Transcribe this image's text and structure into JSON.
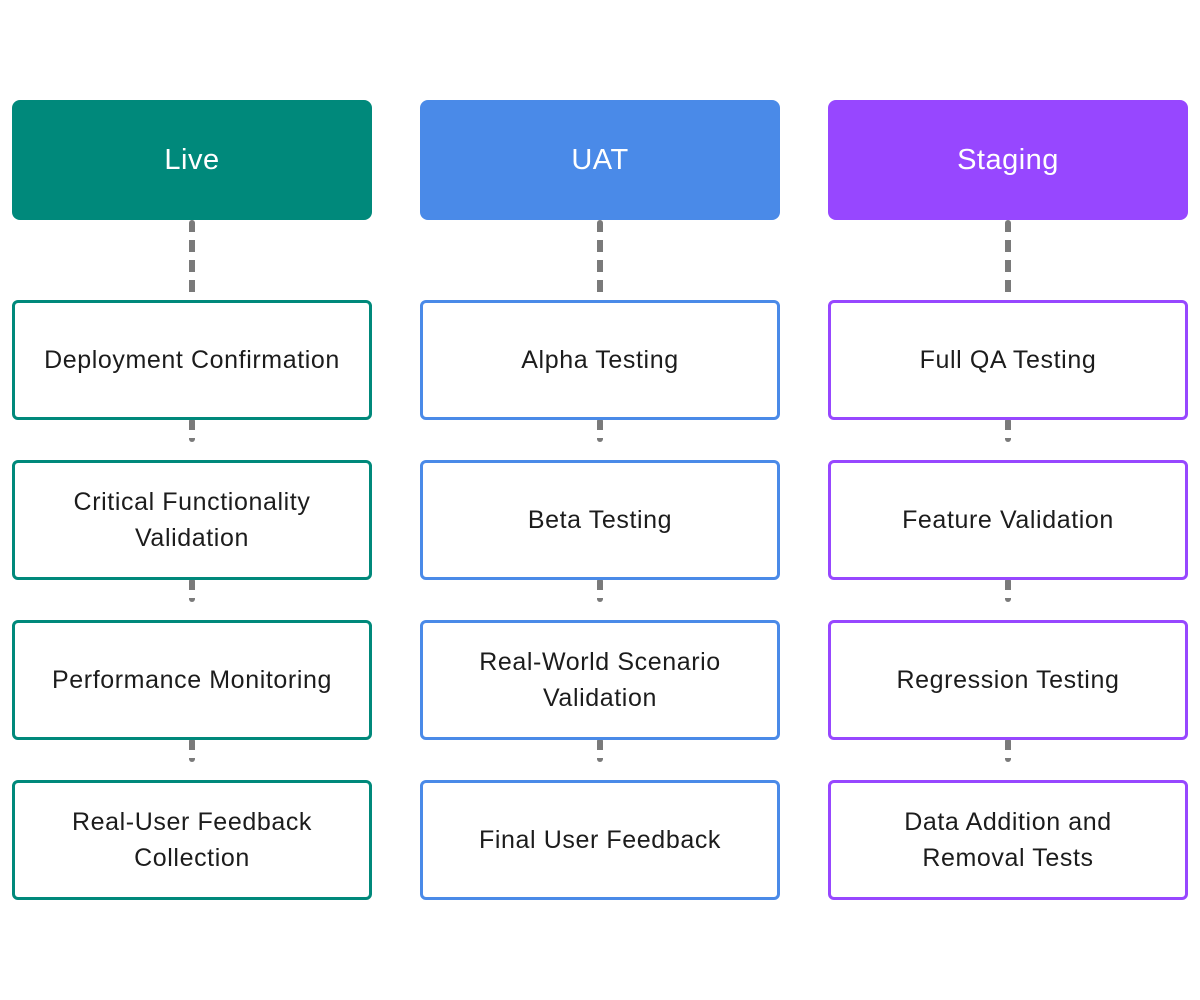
{
  "columns": [
    {
      "title": "Live",
      "color": "#00897B",
      "steps": [
        "Deployment Confirmation",
        "Critical Functionality Validation",
        "Performance Monitoring",
        "Real-User Feedback Collection"
      ]
    },
    {
      "title": "UAT",
      "color": "#4A8AE8",
      "steps": [
        "Alpha Testing",
        "Beta Testing",
        "Real-World Scenario Validation",
        "Final User Feedback"
      ]
    },
    {
      "title": "Staging",
      "color": "#9747FF",
      "steps": [
        "Full QA Testing",
        "Feature Validation",
        "Regression Testing",
        "Data Addition and Removal Tests"
      ]
    }
  ],
  "connector_color": "#7A7A7A"
}
